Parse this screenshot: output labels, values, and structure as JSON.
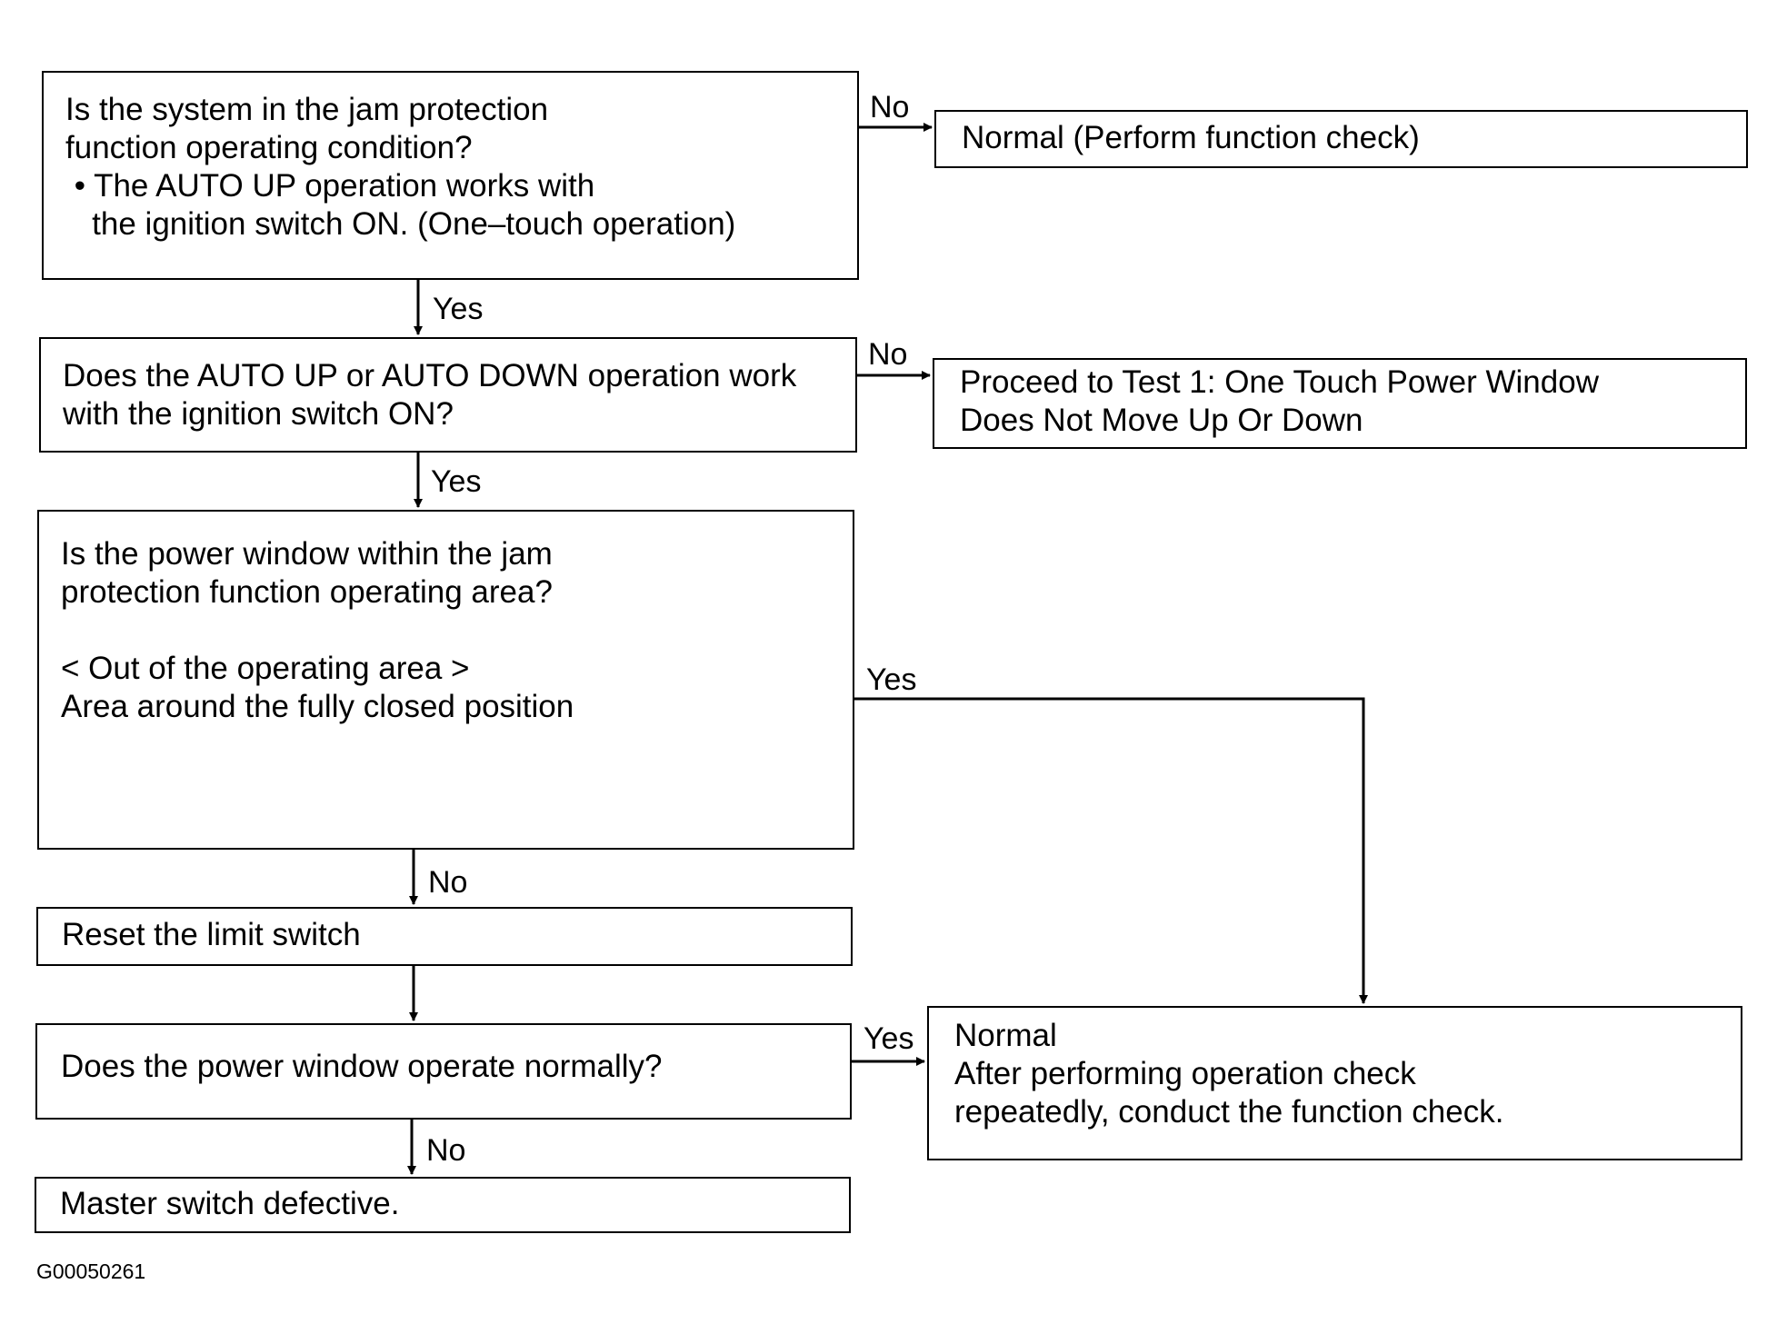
{
  "boxes": {
    "q1": [
      "Is the system in the jam protection",
      "function operating condition?",
      " • The AUTO UP operation works with",
      "   the ignition switch ON. (One–touch operation)"
    ],
    "normal_function_check": [
      "Normal (Perform function check)"
    ],
    "q2": [
      "Does the AUTO UP or AUTO DOWN operation work",
      "with the ignition switch ON?"
    ],
    "proceed_test1": [
      "Proceed to Test 1: One Touch Power Window",
      "Does Not Move Up Or Down"
    ],
    "q3": [
      "Is the power window within the jam",
      "protection function operating area?",
      " ",
      "< Out of the operating area >",
      "Area around the fully closed position"
    ],
    "reset_limit_switch": [
      "Reset the limit switch"
    ],
    "q4": [
      "Does the power window operate normally?"
    ],
    "normal_operation_check": [
      "Normal",
      "After performing operation check",
      "repeatedly, conduct the function check."
    ],
    "master_switch_defective": [
      "Master switch defective."
    ]
  },
  "labels": {
    "yes": "Yes",
    "no": "No"
  },
  "figure_code": "G00050261"
}
